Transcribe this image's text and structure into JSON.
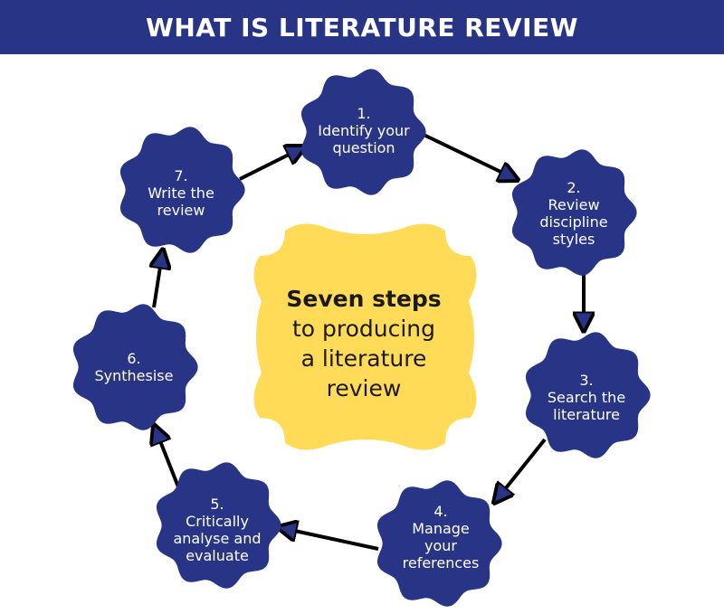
{
  "title": "WHAT IS LITERATURE REVIEW",
  "center": {
    "heading": "Seven steps",
    "line2": "to producing",
    "line3": "a literature",
    "line4": "review"
  },
  "steps": [
    {
      "number": "1.",
      "line1": "Identify your",
      "line2": "question",
      "line3": ""
    },
    {
      "number": "2.",
      "line1": "Review",
      "line2": "discipline",
      "line3": "styles"
    },
    {
      "number": "3.",
      "line1": "Search the",
      "line2": "literature",
      "line3": ""
    },
    {
      "number": "4.",
      "line1": "Manage",
      "line2": "your",
      "line3": "references"
    },
    {
      "number": "5.",
      "line1": "Critically",
      "line2": "analyse and",
      "line3": "evaluate"
    },
    {
      "number": "6.",
      "line1": "Synthesise",
      "line2": "",
      "line3": ""
    },
    {
      "number": "7.",
      "line1": "Write the",
      "line2": "review",
      "line3": ""
    }
  ],
  "colors": {
    "banner": "#283587",
    "step_fill": "#283587",
    "center_fill": "#FFDB58",
    "arrow": "#000000",
    "arrowhead_fill": "#283587"
  }
}
